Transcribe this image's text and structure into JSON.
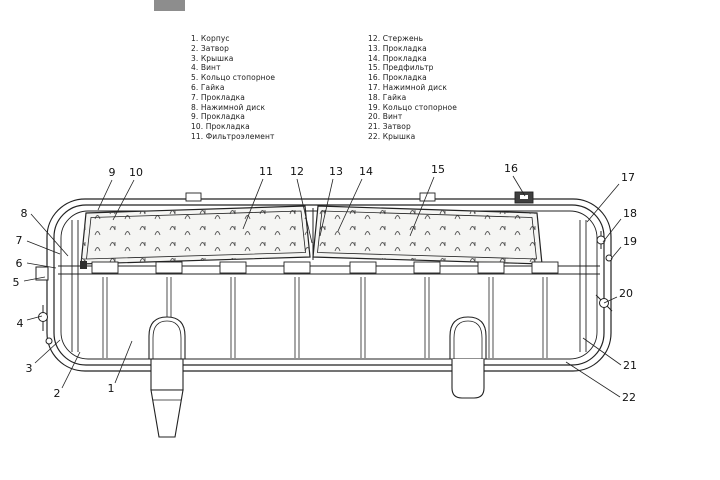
{
  "page": {
    "background": "#ffffff",
    "line_color": "#222222",
    "artifact_color": "#8d8d8d"
  },
  "legend": {
    "left": [
      "1. Корпус",
      "2. Затвор",
      "3. Крышка",
      "4. Винт",
      "5. Кольцо стопорное",
      "6. Гайка",
      "7. Прокладка",
      "8. Нажимной диск",
      "9. Прокладка",
      "10. Прокладка",
      "11. Фильтроэлемент"
    ],
    "right": [
      "12. Стержень",
      "13. Прокладка",
      "14. Прокладка",
      "15. Предфильтр",
      "16. Прокладка",
      "17. Нажимной диск",
      "18. Гайка",
      "19. Кольцо стопорное",
      "20. Винт",
      "21. Затвор",
      "22. Крышка"
    ]
  },
  "callouts": [
    "1",
    "2",
    "3",
    "4",
    "5",
    "6",
    "7",
    "8",
    "9",
    "10",
    "11",
    "12",
    "13",
    "14",
    "15",
    "16",
    "17",
    "18",
    "19",
    "20",
    "21",
    "22"
  ]
}
